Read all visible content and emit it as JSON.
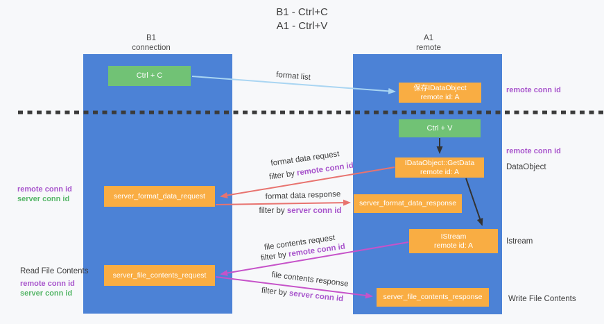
{
  "title": {
    "line1": "B1 - Ctrl+C",
    "line2": "A1 - Ctrl+V"
  },
  "lanes": {
    "left": {
      "title": "B1",
      "subtitle": "connection"
    },
    "right": {
      "title": "A1",
      "subtitle": "remote"
    }
  },
  "nodes": {
    "ctrl_c": {
      "label": "Ctrl + C"
    },
    "save_dataobject": {
      "line1": "保存IDataObject",
      "line2": "remote id: A"
    },
    "ctrl_v": {
      "label": "Ctrl + V"
    },
    "getdata": {
      "line1": "IDataObject::GetData",
      "line2": "remote id: A"
    },
    "istream": {
      "line1": "IStream",
      "line2": "remote id: A"
    },
    "server_format_data_request": {
      "label": "server_format_data_request"
    },
    "server_format_data_response": {
      "label": "server_format_data_response"
    },
    "server_file_contents_request": {
      "label": "server_file_contents_request"
    },
    "server_file_contents_response": {
      "label": "server_file_contents_response"
    }
  },
  "flow_labels": {
    "format_list": "format list",
    "format_data_request": "format data request",
    "format_data_request_filter": {
      "prefix": "filter by ",
      "id": "remote conn id"
    },
    "format_data_response": "format data response",
    "format_data_response_filter": {
      "prefix": "filter by ",
      "id": "server conn id"
    },
    "file_contents_request": "file contents request",
    "file_contents_request_filter": {
      "prefix": "filter by ",
      "id": "remote conn id"
    },
    "file_contents_response": "file contents response",
    "file_contents_response_filter": {
      "prefix": "filter by ",
      "id": "server conn id"
    }
  },
  "side_labels": {
    "remote_conn_id_top": "remote conn id",
    "remote_conn_id_mid": "remote conn id",
    "dataobject": "DataObject",
    "istream": "Istream",
    "write_file_contents": "Write File Contents",
    "read_file_contents": "Read File Contents",
    "left_remote_conn_id_1": "remote conn id",
    "left_server_conn_id_1": "server conn id",
    "left_remote_conn_id_2": "remote conn id",
    "left_server_conn_id_2": "server conn id"
  },
  "colors": {
    "lane_blue": "#4c82d6",
    "box_green": "#71c275",
    "box_orange": "#f9ad43",
    "arrow_red": "#e8736f",
    "arrow_magenta": "#c653c9",
    "arrow_lightblue": "#a9d5f2",
    "arrow_black": "#333333",
    "conn_id_purple": "#a855cc",
    "conn_id_green": "#56b668",
    "dashed_line": "#3b3b3b"
  }
}
